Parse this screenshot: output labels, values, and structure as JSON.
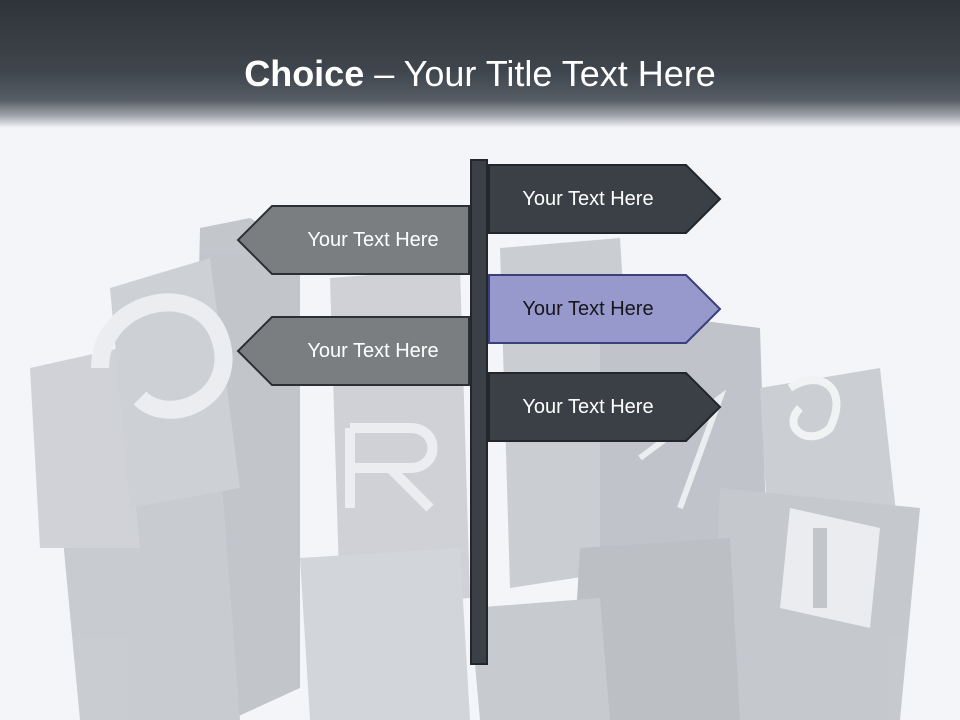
{
  "title": {
    "strong": "Choice",
    "separator": " – ",
    "rest": "Your Title Text Here"
  },
  "signs": [
    {
      "label": "Your Text Here",
      "direction": "right",
      "color": "#3b4046"
    },
    {
      "label": "Your Text Here",
      "direction": "left",
      "color": "#7b7e81"
    },
    {
      "label": "Your Text Here",
      "direction": "right",
      "color": "#9799cd"
    },
    {
      "label": "Your Text Here",
      "direction": "left",
      "color": "#7b7e81"
    },
    {
      "label": "Your Text Here",
      "direction": "right",
      "color": "#3b4046"
    }
  ],
  "colors": {
    "header_dark": "#2f3439",
    "pole": "#3b4046",
    "sign_dark": "#3b4046",
    "sign_gray": "#7b7e81",
    "sign_highlight": "#9799cd",
    "background": "#f4f5f8"
  },
  "background_image": "metal-type-letters"
}
